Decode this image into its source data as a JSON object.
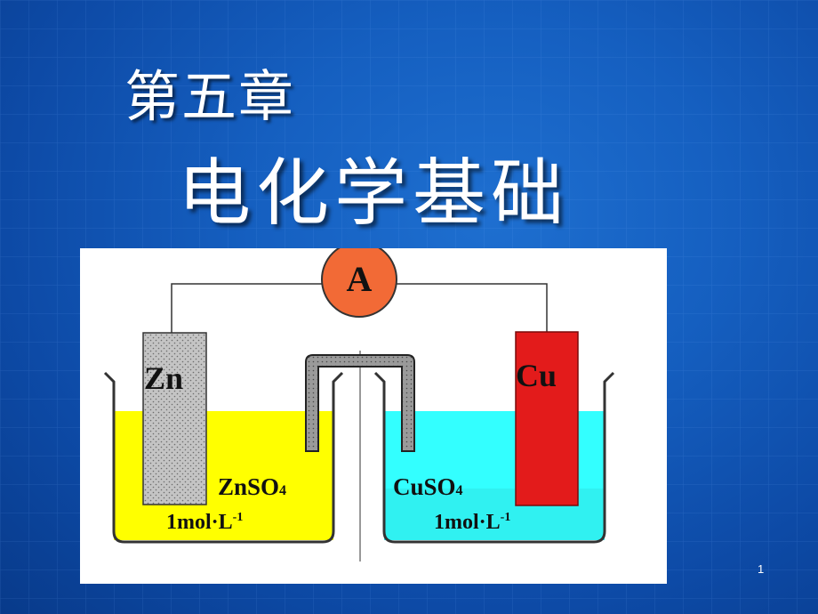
{
  "slide": {
    "chapter": "第五章",
    "title": "电化学基础",
    "page_number": "1"
  },
  "diagram": {
    "ammeter_label": "A",
    "left_electrode": "Zn",
    "right_electrode": "Cu",
    "left_solution": "ZnSO",
    "left_solution_sub": "4",
    "right_solution": "CuSO",
    "right_solution_sub": "4",
    "left_concentration": "1mol·L",
    "left_concentration_sup": "-1",
    "right_concentration": "1mol·L",
    "right_concentration_sup": "-1",
    "colors": {
      "left_solution": "#ffff00",
      "right_solution": "#33ffff",
      "zinc": "#c0c0c0",
      "copper": "#e31b1b",
      "ammeter": "#f26a36",
      "salt_bridge": "#8c8c8c"
    }
  }
}
